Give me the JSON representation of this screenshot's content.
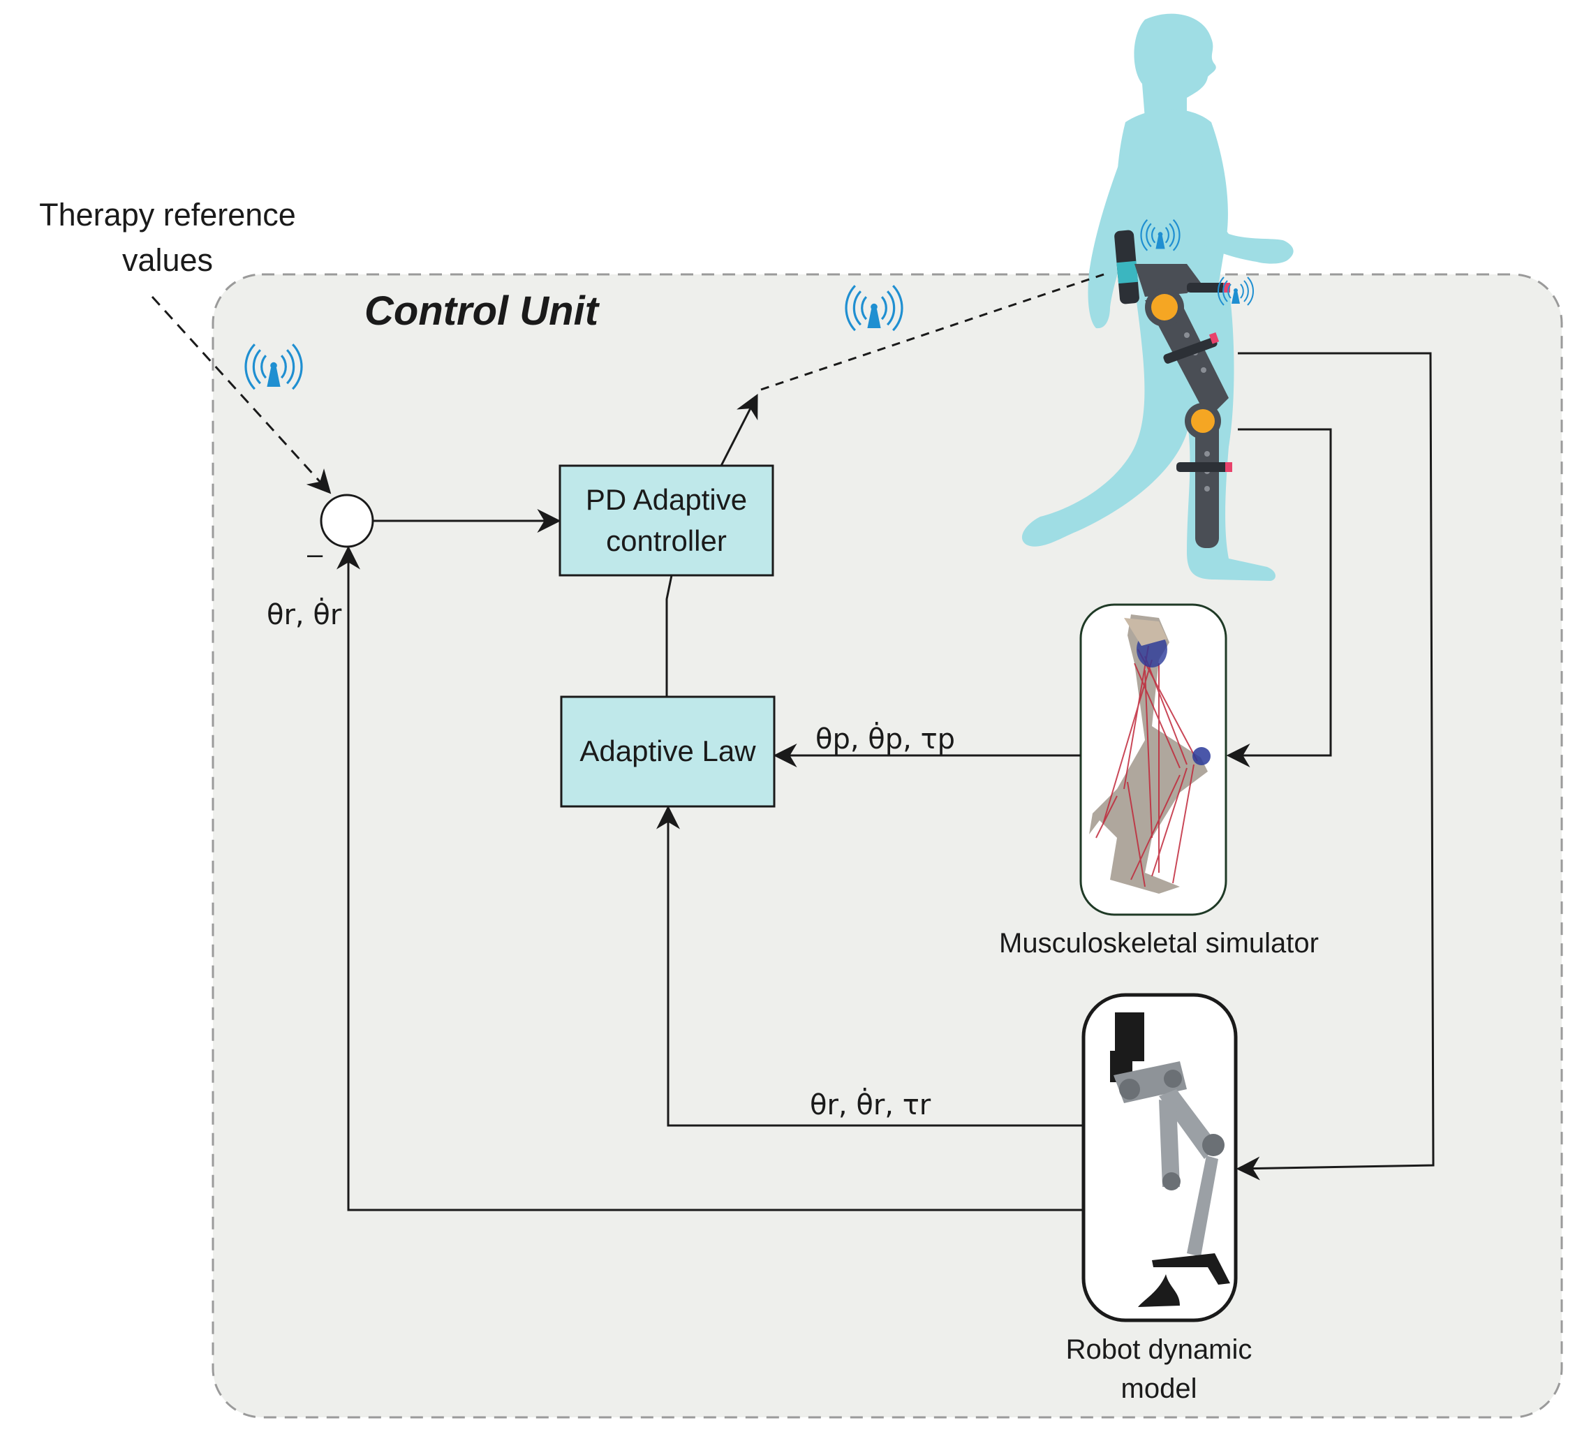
{
  "external_input": {
    "line1": "Therapy reference",
    "line2": "values"
  },
  "control_unit": {
    "title": "Control Unit"
  },
  "blocks": {
    "pd_controller": "PD Adaptive\ncontroller",
    "adaptive_law": "Adaptive Law"
  },
  "summing_junction": {
    "minus_sign": "–"
  },
  "signals": {
    "robot_feedback": "θr, θ̇r",
    "patient_signals": "θp, θ̇p, τp",
    "robot_signals": "θr, θ̇r, τr"
  },
  "models": {
    "musculoskeletal": "Musculoskeletal simulator",
    "robot_line1": "Robot dynamic",
    "robot_line2": "model"
  },
  "colors": {
    "block_fill": "#bfe8ea",
    "panel_fill": "#eeefec",
    "human_silhouette": "#9fdde4",
    "wireless": "#1f8fd1",
    "joint": "#f5a623",
    "orthosis": "#4a4e55"
  },
  "icons": [
    "wireless-signal-icon",
    "human-walker",
    "exoskeleton-orthosis"
  ]
}
